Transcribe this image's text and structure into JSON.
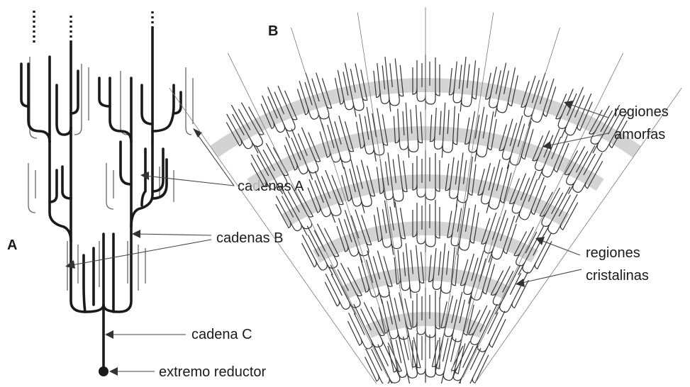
{
  "panel_a": {
    "letter": "A",
    "labels": {
      "chains_a": "cadenas A",
      "chains_b": "cadenas B",
      "chain_c": "cadena C",
      "reducing_end": "extremo reductor"
    }
  },
  "panel_b": {
    "letter": "B",
    "labels": {
      "amorphous_line1": "regiones",
      "amorphous_line2": "amorfas",
      "crystalline_line1": "regiones",
      "crystalline_line2": "cristalinas"
    }
  },
  "colors": {
    "ink": "#1a1a1a",
    "thin_ink": "#555555",
    "band_gray": "#c9c9c9",
    "background": "#ffffff"
  }
}
